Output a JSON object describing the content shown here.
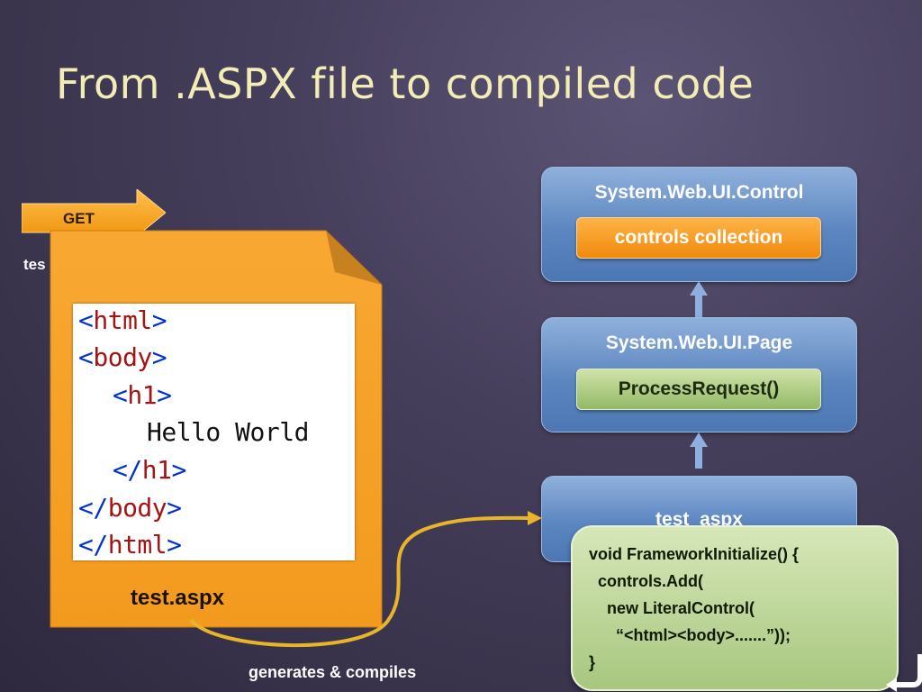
{
  "title": "From .ASPX file to compiled code",
  "request": {
    "method": "GET",
    "path_fragment": "tes"
  },
  "aspx_file": {
    "code_lines": [
      {
        "indent": "",
        "open": "<",
        "tag": "html",
        "close": ">"
      },
      {
        "indent": "",
        "open": "<",
        "tag": "body",
        "close": ">"
      },
      {
        "indent": "  ",
        "open": "<",
        "tag": "h1",
        "close": ">"
      },
      {
        "indent": "    ",
        "text": "Hello World"
      },
      {
        "indent": "  ",
        "open": "</",
        "tag": "h1",
        "close": ">"
      },
      {
        "indent": "",
        "open": "</",
        "tag": "body",
        "close": ">"
      },
      {
        "indent": "",
        "open": "</",
        "tag": "html",
        "close": ">"
      }
    ],
    "file_name": "test.aspx"
  },
  "hierarchy": {
    "control": {
      "title": "System.Web.UI.Control",
      "member": "controls collection"
    },
    "page": {
      "title": "System.Web.UI.Page",
      "member": "ProcessRequest()"
    },
    "compiled": {
      "title": "test_aspx"
    }
  },
  "generated_code": [
    "void FrameworkInitialize() {",
    "  controls.Add(",
    "    new LiteralControl(",
    "      “<html><body>.......”));",
    "}"
  ],
  "caption": "generates & compiles",
  "colors": {
    "title": "#f3ecb6",
    "file_orange": "#f7a12c",
    "box_blue": "#5c86c0",
    "pill_orange": "#f08a0c",
    "pill_green": "#93b966",
    "curve": "#e8b52a"
  }
}
